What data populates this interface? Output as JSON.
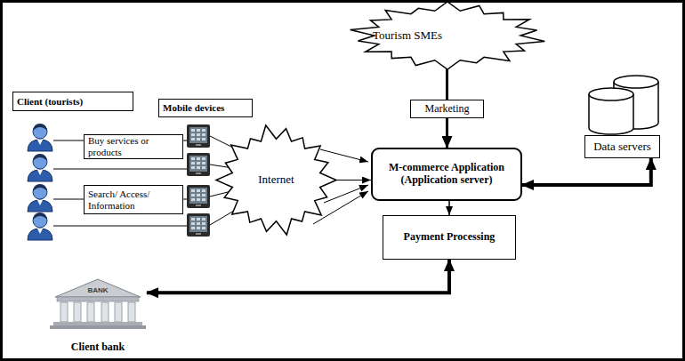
{
  "diagram": {
    "nodes": [
      {
        "text": [
          "Tourism SMEs"
        ]
      },
      {
        "text": [
          "Marketing"
        ]
      },
      {
        "text": [
          "Client (tourists)"
        ]
      },
      {
        "text": [
          "Mobile devices"
        ]
      },
      {
        "text": [
          "Buy services or products"
        ]
      },
      {
        "text": [
          "Search/ Access/ Information"
        ]
      },
      {
        "text": [
          "Internet"
        ]
      },
      {
        "text": [
          "M-commerce Application (Application server)"
        ]
      },
      {
        "text": [
          "Data servers"
        ]
      },
      {
        "text": [
          "Payment Processing"
        ]
      },
      {
        "text": [
          "Client bank"
        ]
      }
    ],
    "edges": [
      {
        "from": 0,
        "to": 1,
        "arrow": "none"
      },
      {
        "from": 1,
        "to": 7,
        "arrow": "to"
      },
      {
        "from": 6,
        "to": 7,
        "arrow": "to"
      },
      {
        "from": 7,
        "to": 8,
        "arrow": "both"
      },
      {
        "from": 7,
        "to": 9,
        "arrow": "to"
      },
      {
        "from": 10,
        "to": 9,
        "arrow": "both"
      }
    ],
    "labels": [
      "BANK"
    ]
  }
}
